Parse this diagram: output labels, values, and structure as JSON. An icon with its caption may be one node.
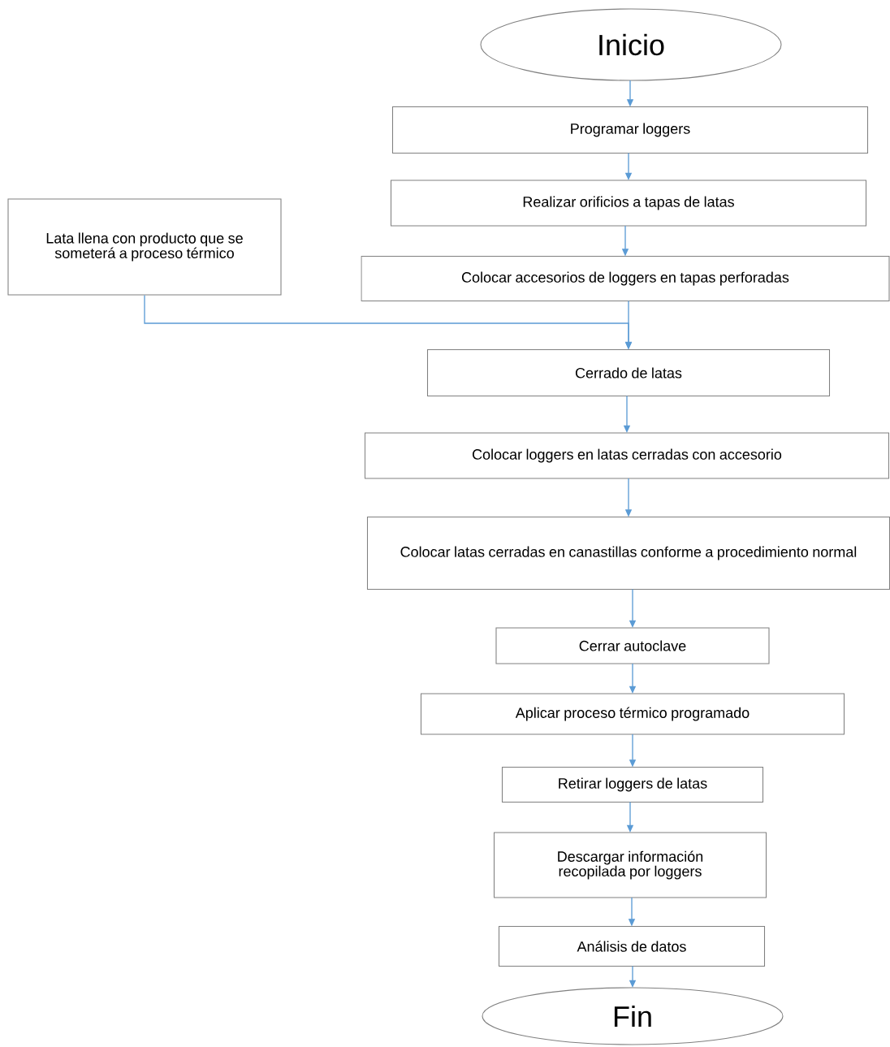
{
  "diagram": {
    "nodes": [
      {
        "text": [
          "Inicio"
        ]
      },
      {
        "text": [
          "Programar loggers"
        ]
      },
      {
        "text": [
          "Realizar orificios a tapas de latas"
        ]
      },
      {
        "text": [
          "Colocar accesorios de loggers en tapas perforadas"
        ]
      },
      {
        "text": [
          "Lata llena con producto que se someterá a proceso térmico"
        ]
      },
      {
        "text": [
          "Cerrado de latas"
        ]
      },
      {
        "text": [
          "Colocar loggers en latas cerradas con accesorio"
        ]
      },
      {
        "text": [
          "Colocar latas cerradas en canastillas conforme a procedimiento normal"
        ]
      },
      {
        "text": [
          "Cerrar autoclave"
        ]
      },
      {
        "text": [
          "Aplicar proceso térmico programado"
        ]
      },
      {
        "text": [
          "Retirar loggers de latas"
        ]
      },
      {
        "text": [
          "Descargar información recopilada por loggers"
        ]
      },
      {
        "text": [
          "Análisis de datos"
        ]
      },
      {
        "text": [
          "Fin"
        ]
      }
    ],
    "edges": [
      {
        "from": 0,
        "to": 1,
        "arrow": "to"
      },
      {
        "from": 1,
        "to": 2,
        "arrow": "to"
      },
      {
        "from": 2,
        "to": 3,
        "arrow": "to"
      },
      {
        "from": 3,
        "to": 5,
        "arrow": "to"
      },
      {
        "from": 4,
        "to": 5,
        "arrow": "to"
      },
      {
        "from": 5,
        "to": 6,
        "arrow": "to"
      },
      {
        "from": 6,
        "to": 7,
        "arrow": "to"
      },
      {
        "from": 7,
        "to": 8,
        "arrow": "to"
      },
      {
        "from": 8,
        "to": 9,
        "arrow": "to"
      },
      {
        "from": 9,
        "to": 10,
        "arrow": "to"
      },
      {
        "from": 10,
        "to": 11,
        "arrow": "to"
      },
      {
        "from": 11,
        "to": 12,
        "arrow": "to"
      },
      {
        "from": 12,
        "to": 13,
        "arrow": "to"
      }
    ]
  }
}
